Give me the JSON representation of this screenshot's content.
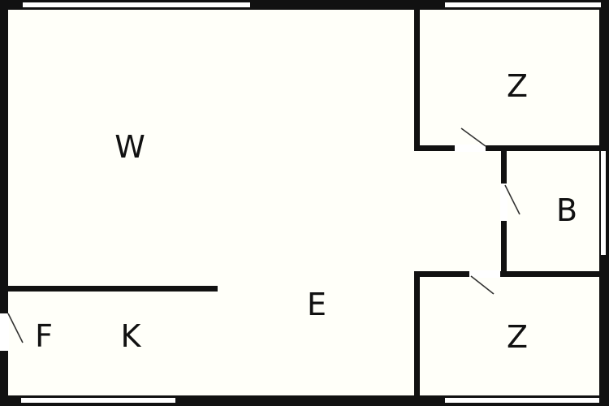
{
  "floor_plan": {
    "colors": {
      "wall": "#111111",
      "floor": "#fffff9",
      "opening": "#ffffff",
      "door_leaf": "#333333"
    },
    "rooms": {
      "living": {
        "label": "W"
      },
      "bedroom_top": {
        "label": "Z"
      },
      "bathroom": {
        "label": "B"
      },
      "hall": {
        "label": "E"
      },
      "bedroom_bottom": {
        "label": "Z"
      },
      "kitchen": {
        "label": "K"
      },
      "fridge": {
        "label": "F"
      }
    }
  }
}
